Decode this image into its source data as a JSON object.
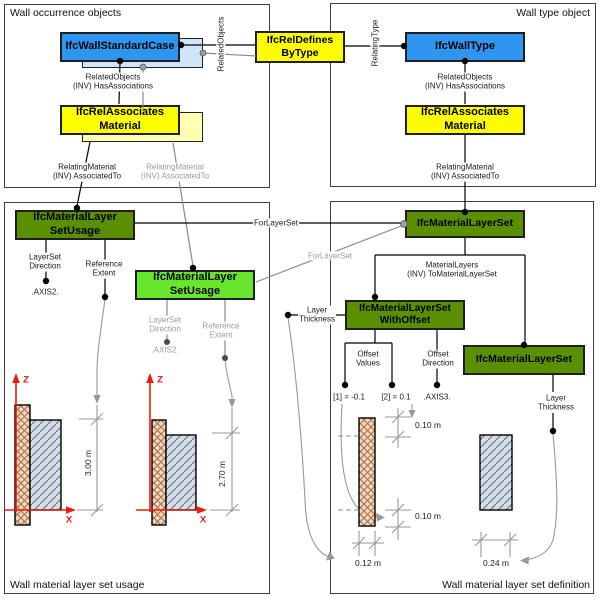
{
  "panels": {
    "occurrence_title": "Wall occurrence objects",
    "wall_type_title": "Wall type object",
    "usage_title": "Wall material layer set usage",
    "definition_title": "Wall material layer set definition"
  },
  "boxes": {
    "wall_standard_case": "IfcWallStandardCase",
    "rel_defines_by_type": "IfcRelDefines\nByType",
    "wall_type": "IfcWallType",
    "rel_associates_material": "IfcRelAssociates\nMaterial",
    "material_layer_set_usage": "IfcMaterialLayer\nSetUsage",
    "material_layer_set": "IfcMaterialLayerSet",
    "material_layer_set_with_offset": "IfcMaterialLayerSet\nWithOffset"
  },
  "labels": {
    "related_objects_has_associations": "RelatedObjects\n(INV) HasAssociations",
    "relating_material_associated_to": "RelatingMaterial\n(INV) AssociatedTo",
    "related_objects": "RelatedObjects",
    "relating_type": "RelatingType",
    "for_layer_set": "ForLayerSet",
    "material_layers_to_mls": "MaterialLayers\n(INV) ToMaterialLayerSet",
    "layer_set_direction": "LayerSet\nDirection",
    "axis2": ".AXIS2.",
    "reference_extent": "Reference\nExtent",
    "layer_thickness": "Layer\nThickness",
    "offset_values": "Offset\nValues",
    "offset_direction": "Offset\nDirection",
    "offset_value_1": "[1] = -0.1",
    "offset_value_2": "[2] = 0.1",
    "axis3": ".AXIS3."
  },
  "dimensions": {
    "height_1": "3.00 m",
    "height_2": "2.70 m",
    "offset_top": "0.10 m",
    "offset_bottom": "0.10 m",
    "width_1": "0.12 m",
    "width_2": "0.24 m"
  },
  "axes": {
    "z": "Z",
    "x": "X"
  },
  "colors": {
    "entity_blue": "#2e95f1",
    "entity_blue_light": "#cfe3f9",
    "relation_yellow": "#fdfd00",
    "relation_yellow_light": "#ffffb3",
    "material_green_dark": "#5a9000",
    "material_green_light": "#68e62e",
    "axis_red": "#ea1c0d",
    "hatch_orange": "#c96a1e",
    "hatch_blue": "#5580b5",
    "connector_gray": "#8a8a8a"
  }
}
